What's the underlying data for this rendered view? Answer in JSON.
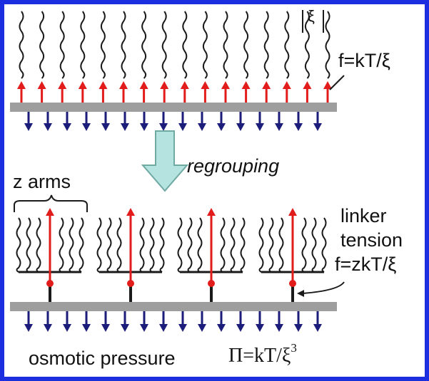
{
  "frame_color": "#1b2fe0",
  "colors": {
    "chain": "#1a1a1a",
    "up_arrow": "#e21b1b",
    "down_arrow": "#1c1c7a",
    "surface": "#9e9e9e",
    "regroup_arrow_fill": "#b5e3df",
    "regroup_arrow_stroke": "#6fa9a4"
  },
  "top_panel": {
    "xi_label": "ξ",
    "force_label": "f=kT/ξ"
  },
  "middle": {
    "regrouping_label": "regrouping"
  },
  "bottom_panel": {
    "z_arms_label": "z arms",
    "linker_label": "linker",
    "tension_label": "tension",
    "force_label": "f=zkT/ξ",
    "osmotic_label": "osmotic pressure",
    "osmotic_formula": "Π=kT/ξ",
    "osmotic_exponent": "3"
  },
  "icons": {
    "regroup_arrow": "down-arrow-icon",
    "up_arrow": "up-arrow-icon",
    "down_arrow": "down-arrow-icon"
  }
}
